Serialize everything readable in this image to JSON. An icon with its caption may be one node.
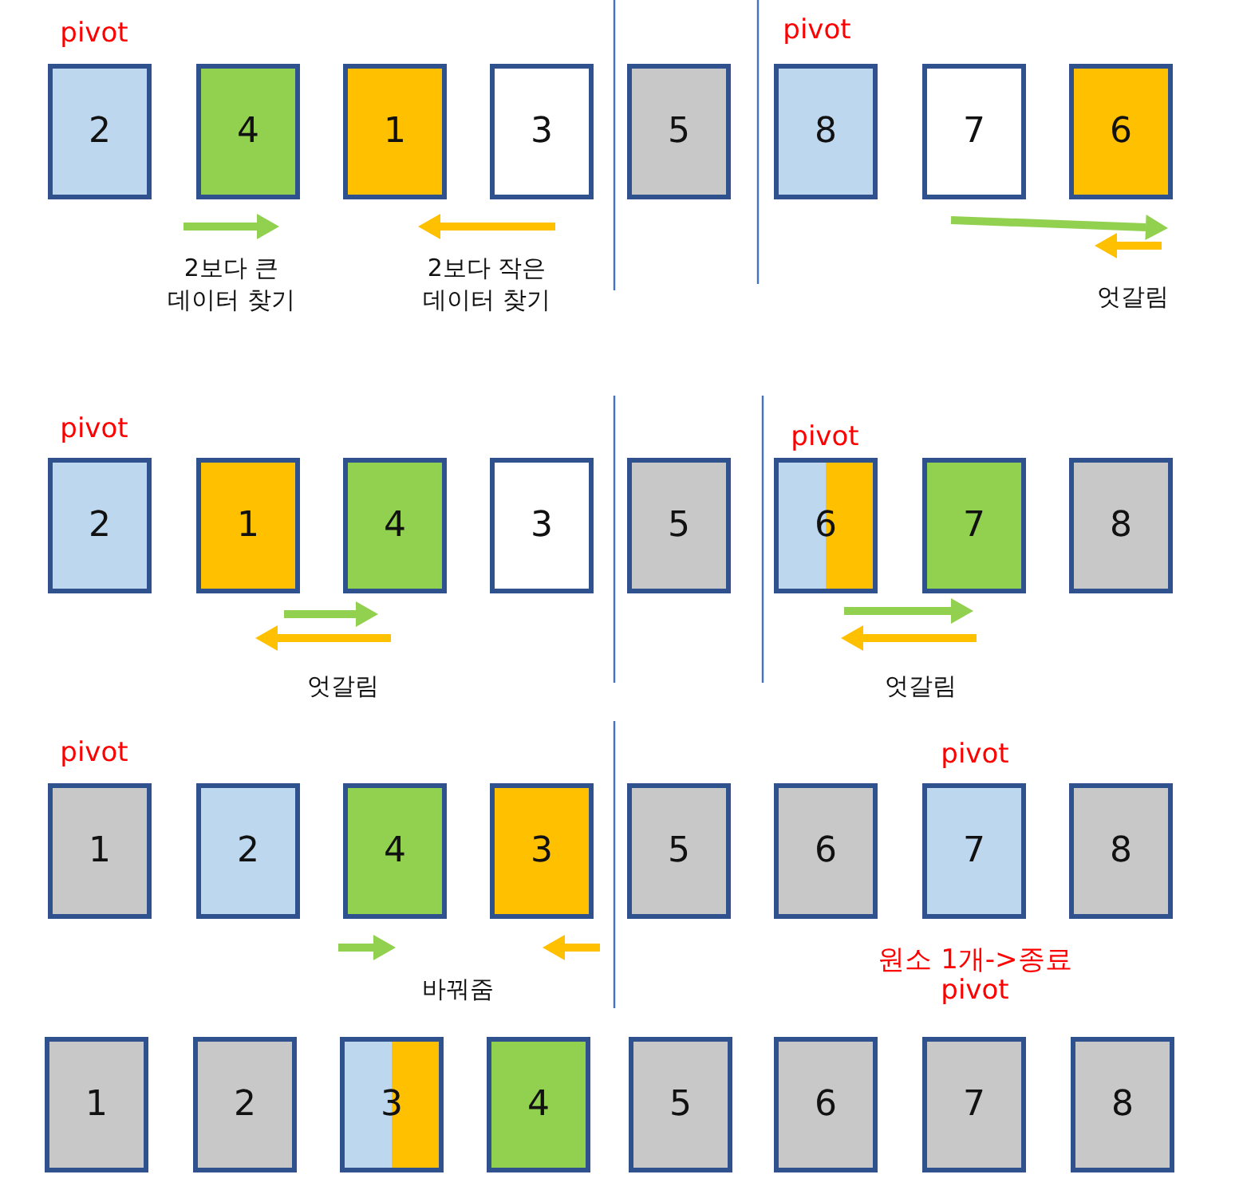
{
  "diagram": {
    "nodes": [
      {
        "text": [
          "2"
        ]
      },
      {
        "text": [
          "4"
        ]
      },
      {
        "text": [
          "1"
        ]
      },
      {
        "text": [
          "3"
        ]
      },
      {
        "text": [
          "5"
        ]
      },
      {
        "text": [
          "8"
        ]
      },
      {
        "text": [
          "7"
        ]
      },
      {
        "text": [
          "6"
        ]
      },
      {
        "text": [
          "2"
        ]
      },
      {
        "text": [
          "1"
        ]
      },
      {
        "text": [
          "4"
        ]
      },
      {
        "text": [
          "3"
        ]
      },
      {
        "text": [
          "5"
        ]
      },
      {
        "text": [
          "6"
        ]
      },
      {
        "text": [
          "7"
        ]
      },
      {
        "text": [
          "8"
        ]
      },
      {
        "text": [
          "1"
        ]
      },
      {
        "text": [
          "2"
        ]
      },
      {
        "text": [
          "4"
        ]
      },
      {
        "text": [
          "3"
        ]
      },
      {
        "text": [
          "5"
        ]
      },
      {
        "text": [
          "6"
        ]
      },
      {
        "text": [
          "7"
        ]
      },
      {
        "text": [
          "8"
        ]
      },
      {
        "text": [
          "1"
        ]
      },
      {
        "text": [
          "2"
        ]
      },
      {
        "text": [
          "3"
        ]
      },
      {
        "text": [
          "4"
        ]
      },
      {
        "text": [
          "5"
        ]
      },
      {
        "text": [
          "6"
        ]
      },
      {
        "text": [
          "7"
        ]
      },
      {
        "text": [
          "8"
        ]
      }
    ],
    "labels": [
      "pivot",
      "pivot",
      "2보다 큰 데이터 찾기",
      "2보다 작은 데이터 찾기",
      "엇갈림",
      "pivot",
      "pivot",
      "엇갈림",
      "엇갈림",
      "pivot",
      "pivot",
      "바꿔줌",
      "원소 1개->종료",
      "pivot"
    ]
  }
}
